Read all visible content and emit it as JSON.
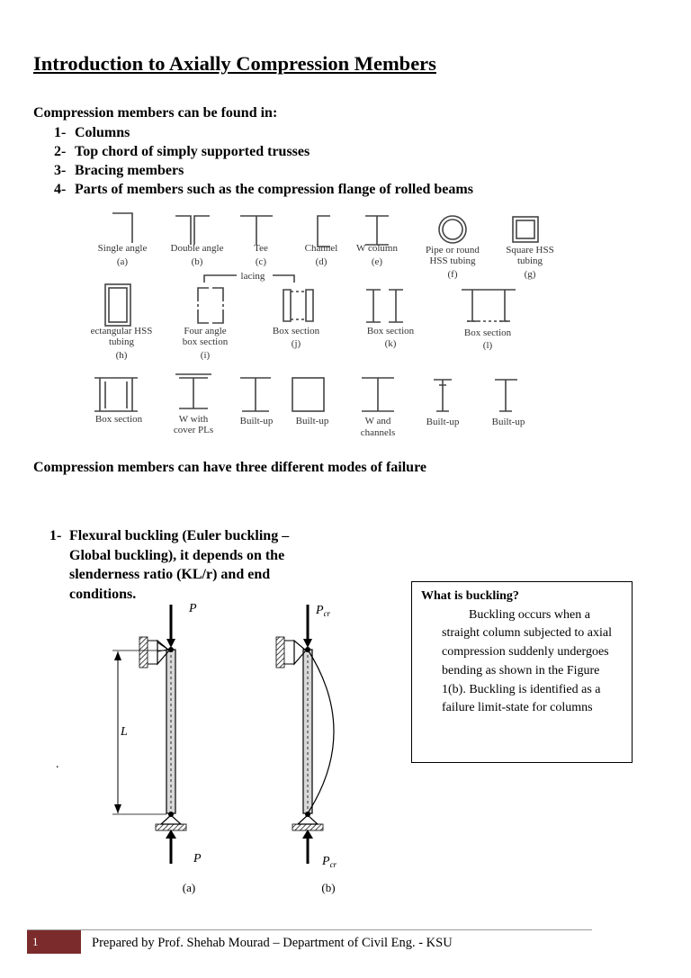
{
  "title": "Introduction to Axially Compression Members",
  "intro": "Compression members can be found in:",
  "locations": [
    {
      "num": "1-",
      "text": "Columns"
    },
    {
      "num": "2-",
      "text": "Top chord of simply supported trusses"
    },
    {
      "num": "3-",
      "text": "Bracing members"
    },
    {
      "num": "4-",
      "text": "Parts of members such as the compression flange of rolled beams"
    }
  ],
  "sections_figure": {
    "row1": [
      {
        "name": "Single angle",
        "tag": "(a)"
      },
      {
        "name": "Double angle",
        "tag": "(b)"
      },
      {
        "name": "Tee",
        "tag": "(c)"
      },
      {
        "name": "Channel",
        "tag": "(d)"
      },
      {
        "name": "W column",
        "tag": "(e)"
      },
      {
        "name": "Pipe or round",
        "name2": "HSS tubing",
        "tag": "(f)"
      },
      {
        "name": "Square HSS",
        "name2": "tubing",
        "tag": "(g)"
      }
    ],
    "lacing": "lacing",
    "row2": [
      {
        "name": "ectangular HSS",
        "name2": "tubing",
        "tag": "(h)"
      },
      {
        "name": "Four angle",
        "name2": "box section",
        "tag": "(i)"
      },
      {
        "name": "Box section",
        "tag": "(j)"
      },
      {
        "name": "Box section",
        "tag": "(k)"
      },
      {
        "name": "Box section",
        "tag": "(l)"
      }
    ],
    "row3": [
      {
        "name": "Box section"
      },
      {
        "name": "W with",
        "name2": "cover PLs"
      },
      {
        "name": "Built-up"
      },
      {
        "name": "Built-up"
      },
      {
        "name": "W and",
        "name2": "channels"
      },
      {
        "name": "Built-up"
      },
      {
        "name": "Built-up"
      }
    ]
  },
  "modes_intro": "Compression members can have three different modes of failure",
  "mode1": {
    "num": "1-",
    "text": "Flexural buckling (Euler buckling – Global buckling), it depends on the slenderness ratio (KL/r) and end conditions."
  },
  "stray_dot": ".",
  "column_figure": {
    "load_a": "P",
    "load_b": "P",
    "load_b_sub": "cr",
    "length": "L",
    "label_a": "(a)",
    "label_b": "(b)"
  },
  "buckling_box": {
    "question": "What is buckling?",
    "answer": "Buckling occurs when a straight column subjected to axial compression suddenly undergoes bending as shown in the Figure 1(b). Buckling is identified as a failure limit-state for columns"
  },
  "footer": {
    "page": "1",
    "text": "Prepared by Prof. Shehab Mourad – Department of Civil Eng. - KSU",
    "accent": "#7b2b2b"
  }
}
